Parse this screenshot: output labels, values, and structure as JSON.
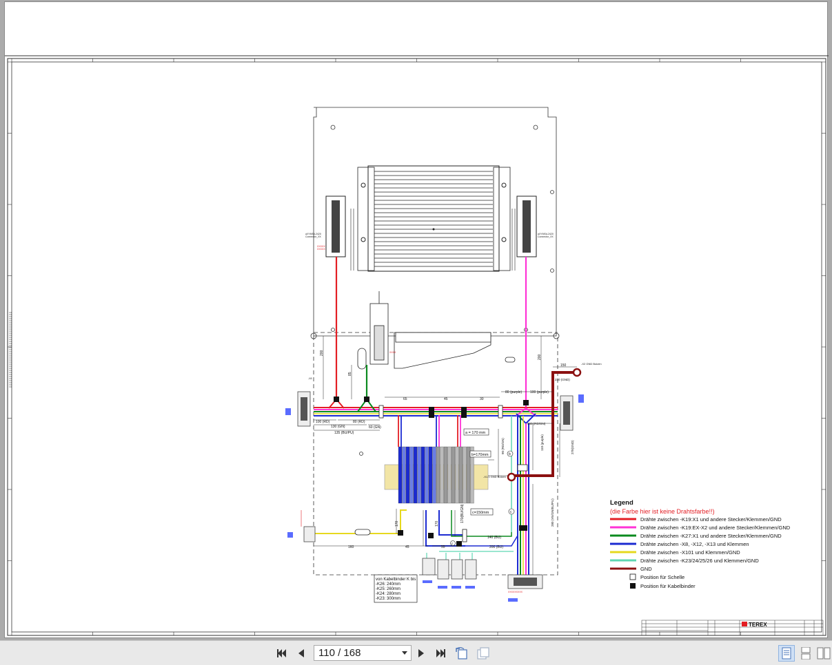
{
  "viewer": {
    "current_page": "110",
    "page_separator": "/",
    "total_pages": "168",
    "page_display": "110 / 168",
    "buttons": [
      "first-page-button",
      "previous-page-button",
      "next-page-button",
      "last-page-button",
      "rotate-back-button",
      "rotate-forward-button"
    ],
    "layout_modes": [
      "single-page-view",
      "continuous-view",
      "two-page-view"
    ],
    "active_layout": "single-page-view"
  },
  "drawing": {
    "legend": {
      "title": "Legend",
      "subtitle": "(die Farbe hier ist keine Drahtsfarbe!!)",
      "items": [
        {
          "color": "#e31e24",
          "label": "Drähte zwischen -K19:X1 und andere Stecker/Klemmen/GND"
        },
        {
          "color": "#ff32d6",
          "label": "Drähte zwischen -K19:EX-X2 und andere Stecker/Klemmen/GND"
        },
        {
          "color": "#0a8a1e",
          "label": "Drähte zwischen -K27:X1 und andere Stecker/Klemmen/GND"
        },
        {
          "color": "#1b2ad1",
          "label": "Drähte zwischen -X8, -X12, -X13 und Klemmen"
        },
        {
          "color": "#e6d81e",
          "label": "Drähte zwischen -X101 und Klemmen/GND"
        },
        {
          "color": "#5ed6b2",
          "label": "Drähte zwischen -K23/24/25/26 und Klemmen/GND"
        },
        {
          "color": "#8b1010",
          "label": "GND"
        }
      ],
      "symbols": [
        {
          "type": "open-square",
          "label": "Position für Schelle"
        },
        {
          "type": "filled-square",
          "label": "Position für Kabelbinder"
        }
      ]
    },
    "cable_tie_note": {
      "lines": [
        "von Kabelbinder K bis",
        "-K26: 240mm",
        "-K25: 260mm",
        "-K24: 280mm",
        "-K23: 300mm"
      ]
    },
    "dimensions": {
      "d200_left": "200",
      "d200_right": "200",
      "d65": "65",
      "d45": "45",
      "d30": "30",
      "d100rd": "100 (RD)",
      "d130gn": "130 (GN)",
      "d135bupu": "135 (BU/PU)",
      "d80rd": "80 (RD)",
      "d60gn": "60 (GN)",
      "d80purple": "80 (purple)",
      "d100purple": "100 (purple)",
      "d150": "150",
      "d230gnd": "230 (GND)",
      "d160rdgn": "160 (RD/GN)",
      "a170": "a = 170 mm",
      "b170": "b=170mm",
      "c150": "c=150mm",
      "d170_a": "170",
      "d170_b": "170",
      "d170bugn": "170(BU/GN)",
      "d160": "160",
      "d45b": "45",
      "d55": "55",
      "d140bu": "140 (BU)",
      "d200bu": "200 (BU)",
      "d280vert": "280 (YE/GN/BU/PU)",
      "d110purple": "110 (purple)",
      "d85": "85",
      "x2gnd": "-X2 GND Bolzen",
      "x1gnd": "-X1.1 GND Bolzen",
      "label_a": "a",
      "label_b": "b",
      "label_c": "c"
    },
    "title_block": {
      "brand": "TEREX"
    }
  }
}
